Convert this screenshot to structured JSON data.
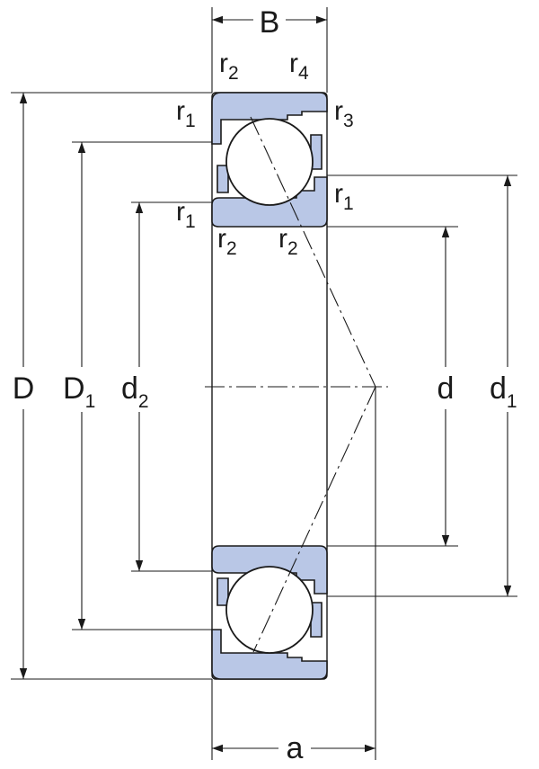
{
  "labels": {
    "B": "B",
    "D": "D",
    "D1_main": "D",
    "D1_sub": "1",
    "d2_main": "d",
    "d2_sub": "2",
    "d": "d",
    "d1_main": "d",
    "d1_sub": "1",
    "a": "a",
    "r": "r",
    "sub_1": "1",
    "sub_2": "2",
    "sub_3": "3",
    "sub_4": "4"
  },
  "colors": {
    "ring_fill": "#b9c7e6",
    "line": "#1a1a1a",
    "background": "#ffffff"
  }
}
